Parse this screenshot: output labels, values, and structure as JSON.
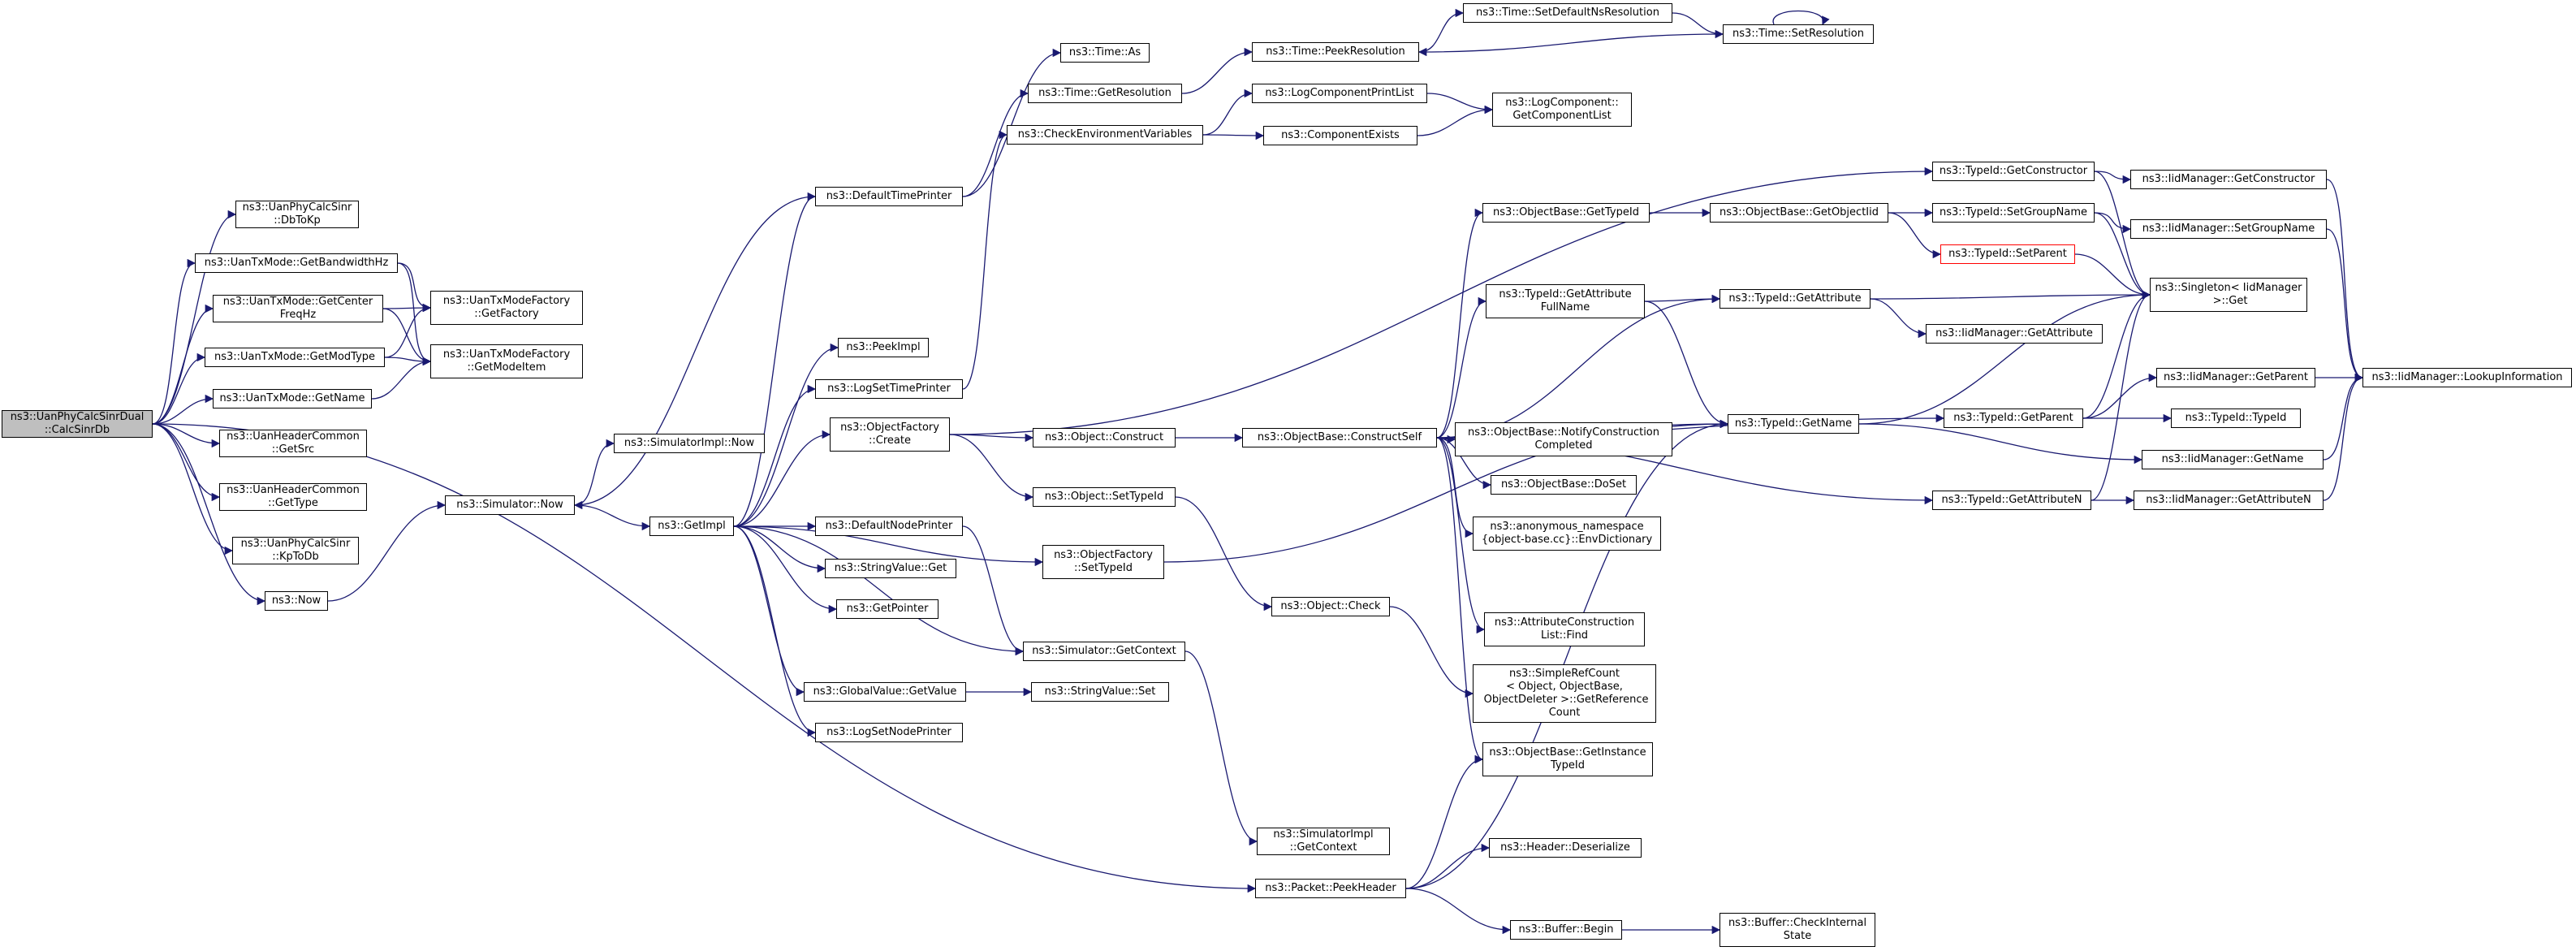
{
  "colors": {
    "edge": "#191970",
    "node_border": "#000000",
    "root_fill": "#bfbfbf",
    "highlight_border": "#ff0000",
    "background": "#ffffff"
  },
  "nodes": {
    "root": "ns3::UanPhyCalcSinrDual\n::CalcSinrDb",
    "dbtokp": "ns3::UanPhyCalcSinr\n::DbToKp",
    "getbw": "ns3::UanTxMode::GetBandwidthHz",
    "getcenter": "ns3::UanTxMode::GetCenter\nFreqHz",
    "getmodtype": "ns3::UanTxMode::GetModType",
    "getname_tx": "ns3::UanTxMode::GetName",
    "getfactory": "ns3::UanTxModeFactory\n::GetFactory",
    "getmodeitem": "ns3::UanTxModeFactory\n::GetModeItem",
    "getsrc": "ns3::UanHeaderCommon\n::GetSrc",
    "gettype_hdr": "ns3::UanHeaderCommon\n::GetType",
    "kptodb": "ns3::UanPhyCalcSinr\n::KpToDb",
    "now": "ns3::Now",
    "simimpl_now": "ns3::SimulatorImpl::Now",
    "sim_now": "ns3::Simulator::Now",
    "getimpl": "ns3::GetImpl",
    "defaulttimeprinter": "ns3::DefaultTimePrinter",
    "peekimpl": "ns3::PeekImpl",
    "logsettimeprinter": "ns3::LogSetTimePrinter",
    "objfactory_create": "ns3::ObjectFactory\n::Create",
    "defaultnodeprinter": "ns3::DefaultNodePrinter",
    "stringvalue_get": "ns3::StringValue::Get",
    "getpointer": "ns3::GetPointer",
    "sim_getcontext": "ns3::Simulator::GetContext",
    "globalvalue_getvalue": "ns3::GlobalValue::GetValue",
    "logsetnodeprinter": "ns3::LogSetNodePrinter",
    "stringvalue_set": "ns3::StringValue::Set",
    "objfactory_settypeid": "ns3::ObjectFactory\n::SetTypeId",
    "simimpl_getcontext": "ns3::SimulatorImpl\n::GetContext",
    "packet_peekheader": "ns3::Packet::PeekHeader",
    "time_as": "ns3::Time::As",
    "time_getresolution": "ns3::Time::GetResolution",
    "checkenv": "ns3::CheckEnvironmentVariables",
    "time_peekresolution": "ns3::Time::PeekResolution",
    "logcompprintlist": "ns3::LogComponentPrintList",
    "componentexists": "ns3::ComponentExists",
    "time_setdefaultns": "ns3::Time::SetDefaultNsResolution",
    "time_setresolution": "ns3::Time::SetResolution",
    "logcomp_getlist": "ns3::LogComponent::\nGetComponentList",
    "object_construct": "ns3::Object::Construct",
    "object_settypeid": "ns3::Object::SetTypeId",
    "object_check": "ns3::Object::Check",
    "objbase_constructself": "ns3::ObjectBase::ConstructSelf",
    "objbase_gettypeid": "ns3::ObjectBase::GetTypeId",
    "objbase_getobjectiid": "ns3::ObjectBase::GetObjectIid",
    "typeid_getattrfullname": "ns3::TypeId::GetAttribute\nFullName",
    "typeid_getattribute": "ns3::TypeId::GetAttribute",
    "iid_getattribute": "ns3::IidManager::GetAttribute",
    "typeid_getname": "ns3::TypeId::GetName",
    "objbase_notify": "ns3::ObjectBase::NotifyConstruction\nCompleted",
    "objbase_doset": "ns3::ObjectBase::DoSet",
    "envdictionary": "ns3::anonymous_namespace\n{object-base.cc}::EnvDictionary",
    "attrconstr_find": "ns3::AttributeConstruction\nList::Find",
    "simplerefcount": "ns3::SimpleRefCount\n< Object, ObjectBase,\n ObjectDeleter >::GetReference\nCount",
    "objbase_getinstance": "ns3::ObjectBase::GetInstance\nTypeId",
    "header_deserialize": "ns3::Header::Deserialize",
    "buffer_begin": "ns3::Buffer::Begin",
    "buffer_check": "ns3::Buffer::CheckInternal\nState",
    "typeid_getconstructor": "ns3::TypeId::GetConstructor",
    "typeid_setgroupname": "ns3::TypeId::SetGroupName",
    "typeid_setparent": "ns3::TypeId::SetParent",
    "typeid_getparent": "ns3::TypeId::GetParent",
    "typeid_getattributen": "ns3::TypeId::GetAttributeN",
    "iid_getconstructor": "ns3::IidManager::GetConstructor",
    "iid_setgroupname": "ns3::IidManager::SetGroupName",
    "singleton_get": "ns3::Singleton< IidManager\n >::Get",
    "iid_getparent": "ns3::IidManager::GetParent",
    "typeid_typeid": "ns3::TypeId::TypeId",
    "iid_getname": "ns3::IidManager::GetName",
    "iid_getattributen": "ns3::IidManager::GetAttributeN",
    "iid_lookupinfo": "ns3::IidManager::LookupInformation"
  },
  "edges": [
    [
      "root",
      "dbtokp"
    ],
    [
      "root",
      "getbw"
    ],
    [
      "root",
      "getcenter"
    ],
    [
      "root",
      "getmodtype"
    ],
    [
      "root",
      "getname_tx"
    ],
    [
      "root",
      "getsrc"
    ],
    [
      "root",
      "gettype_hdr"
    ],
    [
      "root",
      "kptodb"
    ],
    [
      "root",
      "now"
    ],
    [
      "root",
      "packet_peekheader"
    ],
    [
      "getbw",
      "getfactory"
    ],
    [
      "getbw",
      "getmodeitem"
    ],
    [
      "getcenter",
      "getfactory"
    ],
    [
      "getcenter",
      "getmodeitem"
    ],
    [
      "getmodtype",
      "getfactory"
    ],
    [
      "getmodtype",
      "getmodeitem"
    ],
    [
      "getname_tx",
      "getmodeitem"
    ],
    [
      "now",
      "sim_now"
    ],
    [
      "sim_now",
      "simimpl_now"
    ],
    [
      "sim_now",
      "getimpl"
    ],
    [
      "defaulttimeprinter",
      "sim_now"
    ],
    [
      "getimpl",
      "defaulttimeprinter"
    ],
    [
      "getimpl",
      "peekimpl"
    ],
    [
      "getimpl",
      "logsettimeprinter"
    ],
    [
      "getimpl",
      "objfactory_create"
    ],
    [
      "getimpl",
      "defaultnodeprinter"
    ],
    [
      "getimpl",
      "stringvalue_get"
    ],
    [
      "getimpl",
      "getpointer"
    ],
    [
      "getimpl",
      "sim_getcontext"
    ],
    [
      "getimpl",
      "globalvalue_getvalue"
    ],
    [
      "getimpl",
      "logsetnodeprinter"
    ],
    [
      "getimpl",
      "objfactory_settypeid"
    ],
    [
      "globalvalue_getvalue",
      "stringvalue_set"
    ],
    [
      "defaultnodeprinter",
      "sim_getcontext"
    ],
    [
      "sim_getcontext",
      "simimpl_getcontext"
    ],
    [
      "defaulttimeprinter",
      "time_as"
    ],
    [
      "defaulttimeprinter",
      "time_getresolution"
    ],
    [
      "time_getresolution",
      "time_peekresolution"
    ],
    [
      "time_peekresolution",
      "time_setdefaultns"
    ],
    [
      "time_setdefaultns",
      "time_setresolution"
    ],
    [
      "time_setresolution",
      "time_setresolution"
    ],
    [
      "time_setresolution",
      "time_peekresolution"
    ],
    [
      "logsettimeprinter",
      "checkenv"
    ],
    [
      "checkenv",
      "logcompprintlist"
    ],
    [
      "checkenv",
      "componentexists"
    ],
    [
      "logcompprintlist",
      "logcomp_getlist"
    ],
    [
      "componentexists",
      "logcomp_getlist"
    ],
    [
      "objfactory_create",
      "object_construct"
    ],
    [
      "objfactory_create",
      "object_settypeid"
    ],
    [
      "objfactory_create",
      "typeid_getconstructor"
    ],
    [
      "object_construct",
      "objbase_constructself"
    ],
    [
      "object_settypeid",
      "object_check"
    ],
    [
      "object_check",
      "simplerefcount"
    ],
    [
      "objfactory_settypeid",
      "typeid_getname"
    ],
    [
      "objbase_constructself",
      "objbase_gettypeid"
    ],
    [
      "objbase_constructself",
      "typeid_getattrfullname"
    ],
    [
      "objbase_constructself",
      "typeid_getattribute"
    ],
    [
      "objbase_constructself",
      "typeid_getname"
    ],
    [
      "objbase_constructself",
      "typeid_getparent"
    ],
    [
      "objbase_constructself",
      "objbase_notify"
    ],
    [
      "objbase_constructself",
      "objbase_doset"
    ],
    [
      "objbase_constructself",
      "envdictionary"
    ],
    [
      "objbase_constructself",
      "typeid_getattributen"
    ],
    [
      "objbase_constructself",
      "attrconstr_find"
    ],
    [
      "objbase_constructself",
      "objbase_getinstance"
    ],
    [
      "objbase_gettypeid",
      "objbase_getobjectiid"
    ],
    [
      "objbase_getobjectiid",
      "typeid_setgroupname"
    ],
    [
      "objbase_getobjectiid",
      "typeid_setparent"
    ],
    [
      "typeid_getattrfullname",
      "typeid_getattribute"
    ],
    [
      "typeid_getattrfullname",
      "typeid_getname"
    ],
    [
      "typeid_getattribute",
      "iid_getattribute"
    ],
    [
      "typeid_getattribute",
      "singleton_get"
    ],
    [
      "typeid_getname",
      "singleton_get"
    ],
    [
      "typeid_getname",
      "iid_getname"
    ],
    [
      "packet_peekheader",
      "objbase_getinstance"
    ],
    [
      "packet_peekheader",
      "header_deserialize"
    ],
    [
      "packet_peekheader",
      "typeid_getname"
    ],
    [
      "packet_peekheader",
      "buffer_begin"
    ],
    [
      "buffer_begin",
      "buffer_check"
    ],
    [
      "typeid_getconstructor",
      "iid_getconstructor"
    ],
    [
      "typeid_getconstructor",
      "singleton_get"
    ],
    [
      "typeid_setgroupname",
      "iid_setgroupname"
    ],
    [
      "typeid_setgroupname",
      "singleton_get"
    ],
    [
      "typeid_setparent",
      "singleton_get"
    ],
    [
      "typeid_getparent",
      "iid_getparent"
    ],
    [
      "typeid_getparent",
      "typeid_typeid"
    ],
    [
      "typeid_getparent",
      "singleton_get"
    ],
    [
      "typeid_getattributen",
      "iid_getattributen"
    ],
    [
      "typeid_getattributen",
      "singleton_get"
    ],
    [
      "iid_getconstructor",
      "iid_lookupinfo"
    ],
    [
      "iid_setgroupname",
      "iid_lookupinfo"
    ],
    [
      "iid_getparent",
      "iid_lookupinfo"
    ],
    [
      "iid_getname",
      "iid_lookupinfo"
    ],
    [
      "iid_getattributen",
      "iid_lookupinfo"
    ]
  ]
}
